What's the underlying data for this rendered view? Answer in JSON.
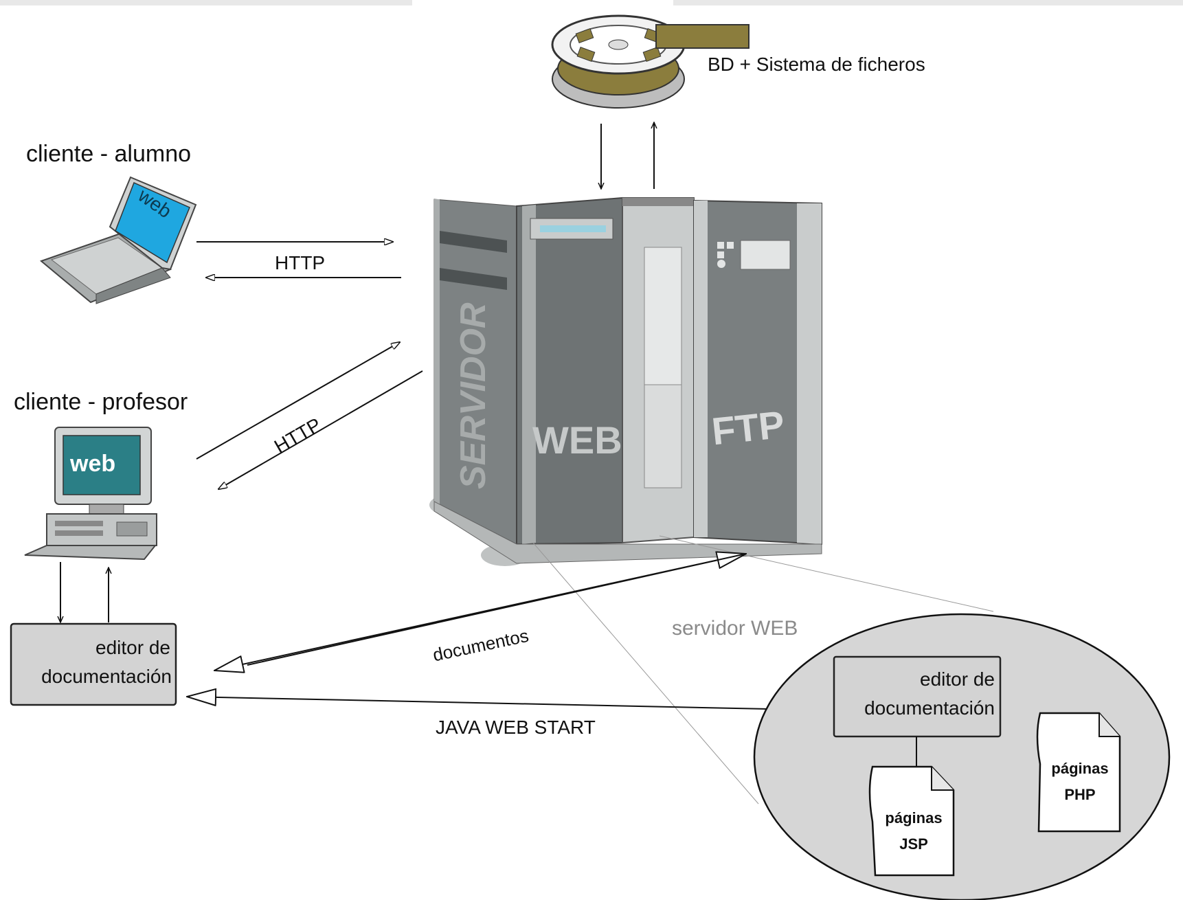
{
  "storage": {
    "label": "BD +  Sistema de ficheros",
    "icon": "database-reel-icon"
  },
  "clients": {
    "alumno": {
      "label": "cliente - alumno",
      "screen_text": "web",
      "icon": "laptop-icon"
    },
    "profesor": {
      "label": "cliente - profesor",
      "screen_text": "web",
      "icon": "desktop-computer-icon"
    }
  },
  "connections": {
    "http_alumno": "HTTP",
    "http_profesor": "HTTP",
    "documentos": "documentos",
    "java_web_start": "JAVA WEB START"
  },
  "server": {
    "side_label": "SERVIDOR",
    "web_label": "WEB",
    "ftp_label": "FTP",
    "icon": "server-tower-icon"
  },
  "client_editor": {
    "line1": "editor de",
    "line2": "documentación"
  },
  "web_server_detail": {
    "title": "servidor WEB",
    "editor_line1": "editor de",
    "editor_line2": "documentación",
    "jsp_line1": "páginas",
    "jsp_line2": "JSP",
    "php_line1": "páginas",
    "php_line2": "PHP"
  },
  "colors": {
    "background": "#ffffff",
    "server_body": "#8f9394",
    "server_light": "#c9cccc",
    "screen_blue": "#1fa7e0",
    "monitor_teal": "#2b7f86",
    "ellipse_fill": "#d6d6d6",
    "reel_gold": "#8b7d3d"
  }
}
